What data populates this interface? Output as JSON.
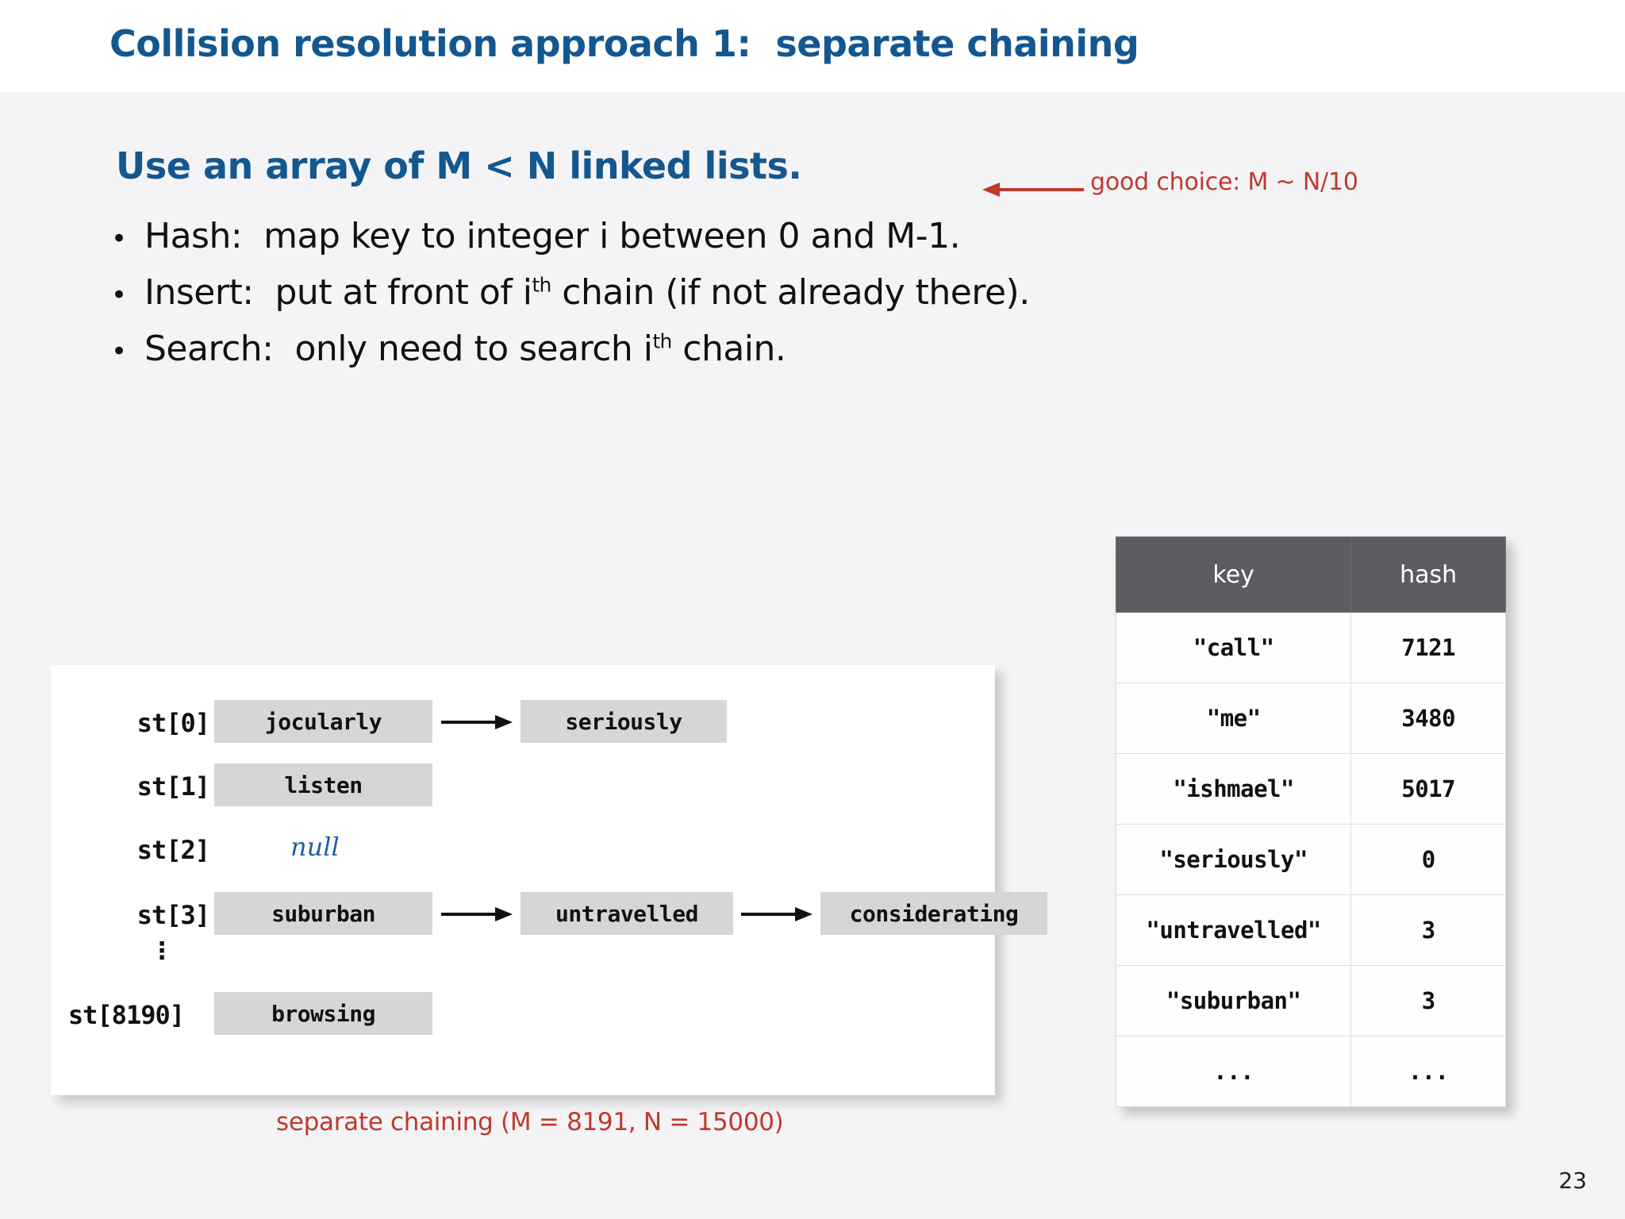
{
  "slide": {
    "title": "Collision resolution approach 1:  separate chaining",
    "page_number": "23"
  },
  "content": {
    "lede": "Use an array of M < N linked lists.",
    "bullet_marker": "•",
    "bullets": [
      {
        "pre": "Hash:  map key to integer i between 0 and M-1.",
        "sup": "",
        "post": ""
      },
      {
        "pre": "Insert:  put at front of i",
        "sup": "th",
        "post": " chain (if not already there)."
      },
      {
        "pre": "Search:  only need to search i",
        "sup": "th",
        "post": " chain."
      }
    ],
    "annotation": "good choice: M ~ N/10",
    "annotation_arrow_icon": "arrow-left-icon",
    "caption": "separate chaining (M = 8191, N = 15000)"
  },
  "diagram": {
    "rows": [
      {
        "index": "st[0]",
        "nodes": [
          "jocularly",
          "seriously"
        ]
      },
      {
        "index": "st[1]",
        "nodes": [
          "listen"
        ]
      },
      {
        "index": "st[2]",
        "nodes": [],
        "null_label": "null"
      },
      {
        "index": "st[3]",
        "nodes": [
          "suburban",
          "untravelled",
          "considerating"
        ]
      },
      {
        "index": "st[8190]",
        "nodes": [
          "browsing"
        ]
      }
    ],
    "ellipsis": "⋮"
  },
  "table": {
    "headers": [
      "key",
      "hash"
    ],
    "rows": [
      [
        "\"call\"",
        "7121"
      ],
      [
        "\"me\"",
        "3480"
      ],
      [
        "\"ishmael\"",
        "5017"
      ],
      [
        "\"seriously\"",
        "0"
      ],
      [
        "\"untravelled\"",
        "3"
      ],
      [
        "\"suburban\"",
        "3"
      ],
      [
        "...",
        "..."
      ]
    ]
  },
  "colors": {
    "title_blue": "#14578f",
    "accent_red": "#c0392b",
    "node_gray": "#d6d6d6",
    "header_gray": "#5d5c60",
    "page_bg": "#f4f3f6",
    "null_blue": "#1f5fa8"
  }
}
